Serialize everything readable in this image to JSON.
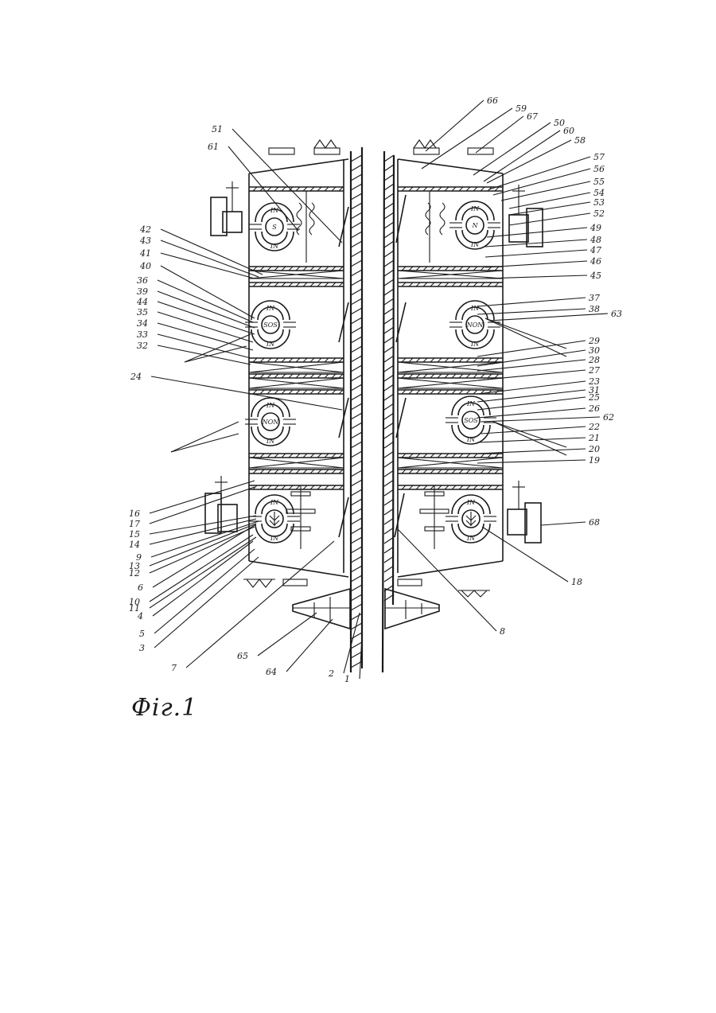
{
  "figure": {
    "caption": "Фіг.1",
    "coil_labels": [
      "IN",
      "N",
      "NON",
      "SOS",
      "S"
    ],
    "part_numbers": [
      "1",
      "2",
      "3",
      "4",
      "5",
      "6",
      "7",
      "8",
      "9",
      "10",
      "11",
      "12",
      "13",
      "14",
      "15",
      "16",
      "17",
      "18",
      "19",
      "20",
      "21",
      "22",
      "23",
      "24",
      "25",
      "26",
      "27",
      "28",
      "29",
      "30",
      "31",
      "32",
      "33",
      "34",
      "35",
      "36",
      "37",
      "38",
      "39",
      "40",
      "41",
      "42",
      "43",
      "44",
      "45",
      "46",
      "47",
      "48",
      "49",
      "50",
      "51",
      "52",
      "53",
      "54",
      "55",
      "56",
      "57",
      "58",
      "59",
      "60",
      "61",
      "62",
      "63",
      "64",
      "65",
      "66",
      "67",
      "68"
    ]
  }
}
